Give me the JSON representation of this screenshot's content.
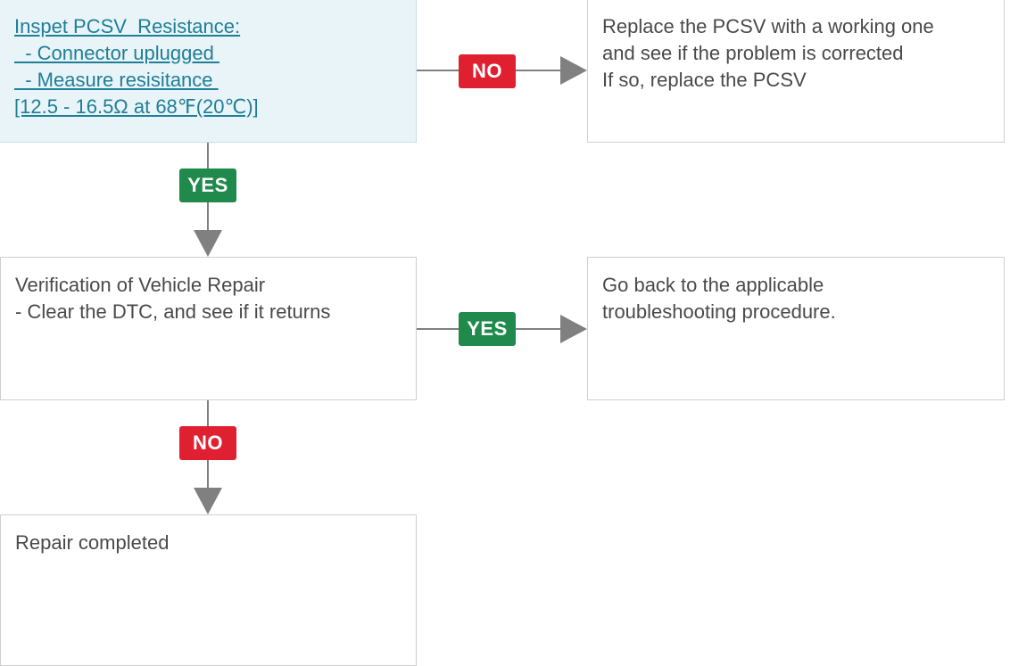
{
  "boxes": {
    "inspect": {
      "lines": [
        "Inspet PCSV  Resistance:",
        "  - Connector uplugged ",
        "  - Measure resisitance ",
        "[12.5 - 16.5Ω at 68℉(20℃)]"
      ]
    },
    "replace": {
      "lines": [
        "Replace the PCSV with a working one",
        "and see if the problem is corrected",
        "If so, replace the PCSV"
      ]
    },
    "verify": {
      "lines": [
        "Verification of Vehicle Repair",
        "- Clear the DTC, and see if it returns"
      ]
    },
    "goback": {
      "lines": [
        "Go back to the applicable",
        "troubleshooting procedure."
      ]
    },
    "done": {
      "lines": [
        "Repair completed"
      ]
    }
  },
  "badges": {
    "inspect_no": "NO",
    "inspect_yes": "YES",
    "verify_yes": "YES",
    "verify_no": "NO"
  },
  "colors": {
    "no_badge": "#e02030",
    "yes_badge": "#1f8a4c",
    "link_text": "#1f7e98",
    "link_box_bg": "#e8f4f7",
    "connector": "#808080"
  }
}
